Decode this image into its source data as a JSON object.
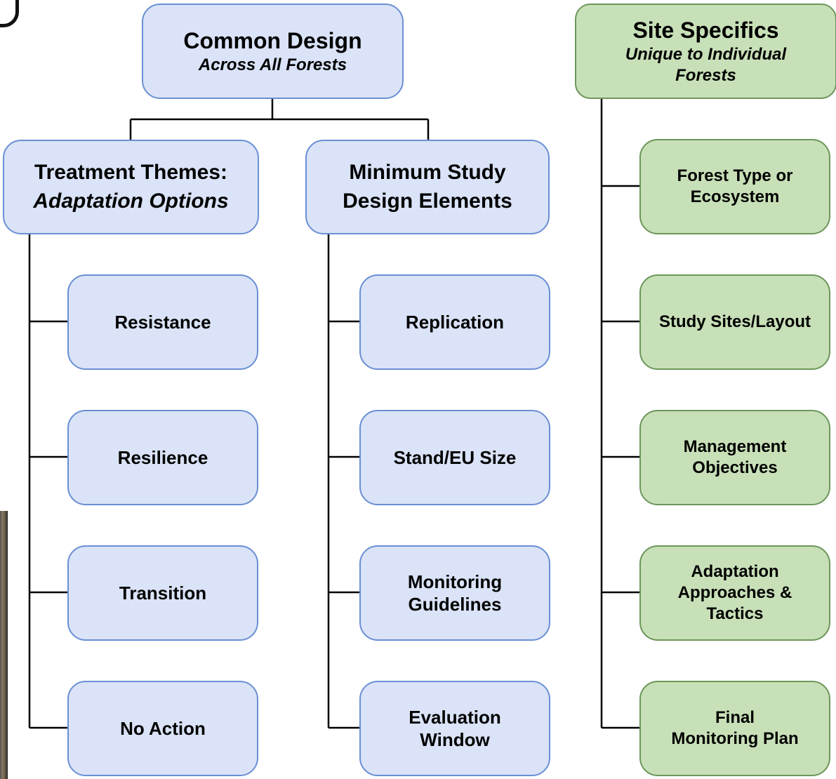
{
  "colors": {
    "blue_fill": "#dae3f7",
    "blue_border": "#6a8fd4",
    "green_fill": "#c8e0b8",
    "green_border": "#6c965a",
    "connector": "#000000"
  },
  "common": {
    "title": "Common Design",
    "subtitle": "Across All Forests"
  },
  "site": {
    "title": "Site Specifics",
    "subtitle_line1": "Unique to Individual",
    "subtitle_line2": "Forests"
  },
  "themes": {
    "title_line1": "Treatment Themes:",
    "title_line2": "Adaptation Options",
    "items": [
      "Resistance",
      "Resilience",
      "Transition",
      "No Action"
    ]
  },
  "study": {
    "title_line1": "Minimum Study",
    "title_line2": "Design Elements",
    "items": [
      {
        "line1": "Replication",
        "line2": ""
      },
      {
        "line1": "Stand/EU Size",
        "line2": ""
      },
      {
        "line1": "Monitoring",
        "line2": "Guidelines"
      },
      {
        "line1": "Evaluation",
        "line2": "Window"
      }
    ]
  },
  "specifics": {
    "items": [
      {
        "line1": "Forest Type or",
        "line2": "Ecosystem",
        "line3": ""
      },
      {
        "line1": "Study Sites/Layout",
        "line2": "",
        "line3": ""
      },
      {
        "line1": "Management",
        "line2": "Objectives",
        "line3": ""
      },
      {
        "line1": "Adaptation",
        "line2": "Approaches &",
        "line3": "Tactics"
      },
      {
        "line1": "Final",
        "line2": "Monitoring Plan",
        "line3": ""
      }
    ]
  }
}
